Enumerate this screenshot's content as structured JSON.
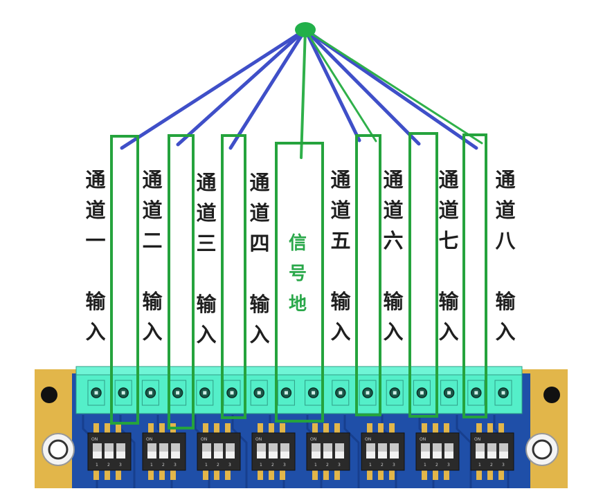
{
  "channels": [
    {
      "label": "通\n道\n一\n\n输\n入"
    },
    {
      "label": "通\n道\n二\n\n输\n入"
    },
    {
      "label": "通\n道\n三\n\n输\n入"
    },
    {
      "label": "通\n道\n四\n\n输\n入"
    },
    {
      "label": "通\n道\n五\n\n输\n入"
    },
    {
      "label": "通\n道\n六\n\n输\n入"
    },
    {
      "label": "通\n道\n七\n\n输\n入"
    },
    {
      "label": "通\n道\n八\n\n输\n入"
    }
  ],
  "ground": {
    "label": "信\n号\n地"
  },
  "dip_switch": {
    "on_text": "ON",
    "positions": [
      "1",
      "2",
      "3"
    ]
  },
  "colors": {
    "wire_blue": "#3f4fc8",
    "wire_green": "#2fb04a",
    "highlight_box": "#25a33d",
    "terminal": "#54efc9",
    "pcb": "#1f4fa8",
    "pcb_edge": "#e2b64a",
    "text": "#1f1f1f",
    "ground_text": "#2aa84a"
  }
}
